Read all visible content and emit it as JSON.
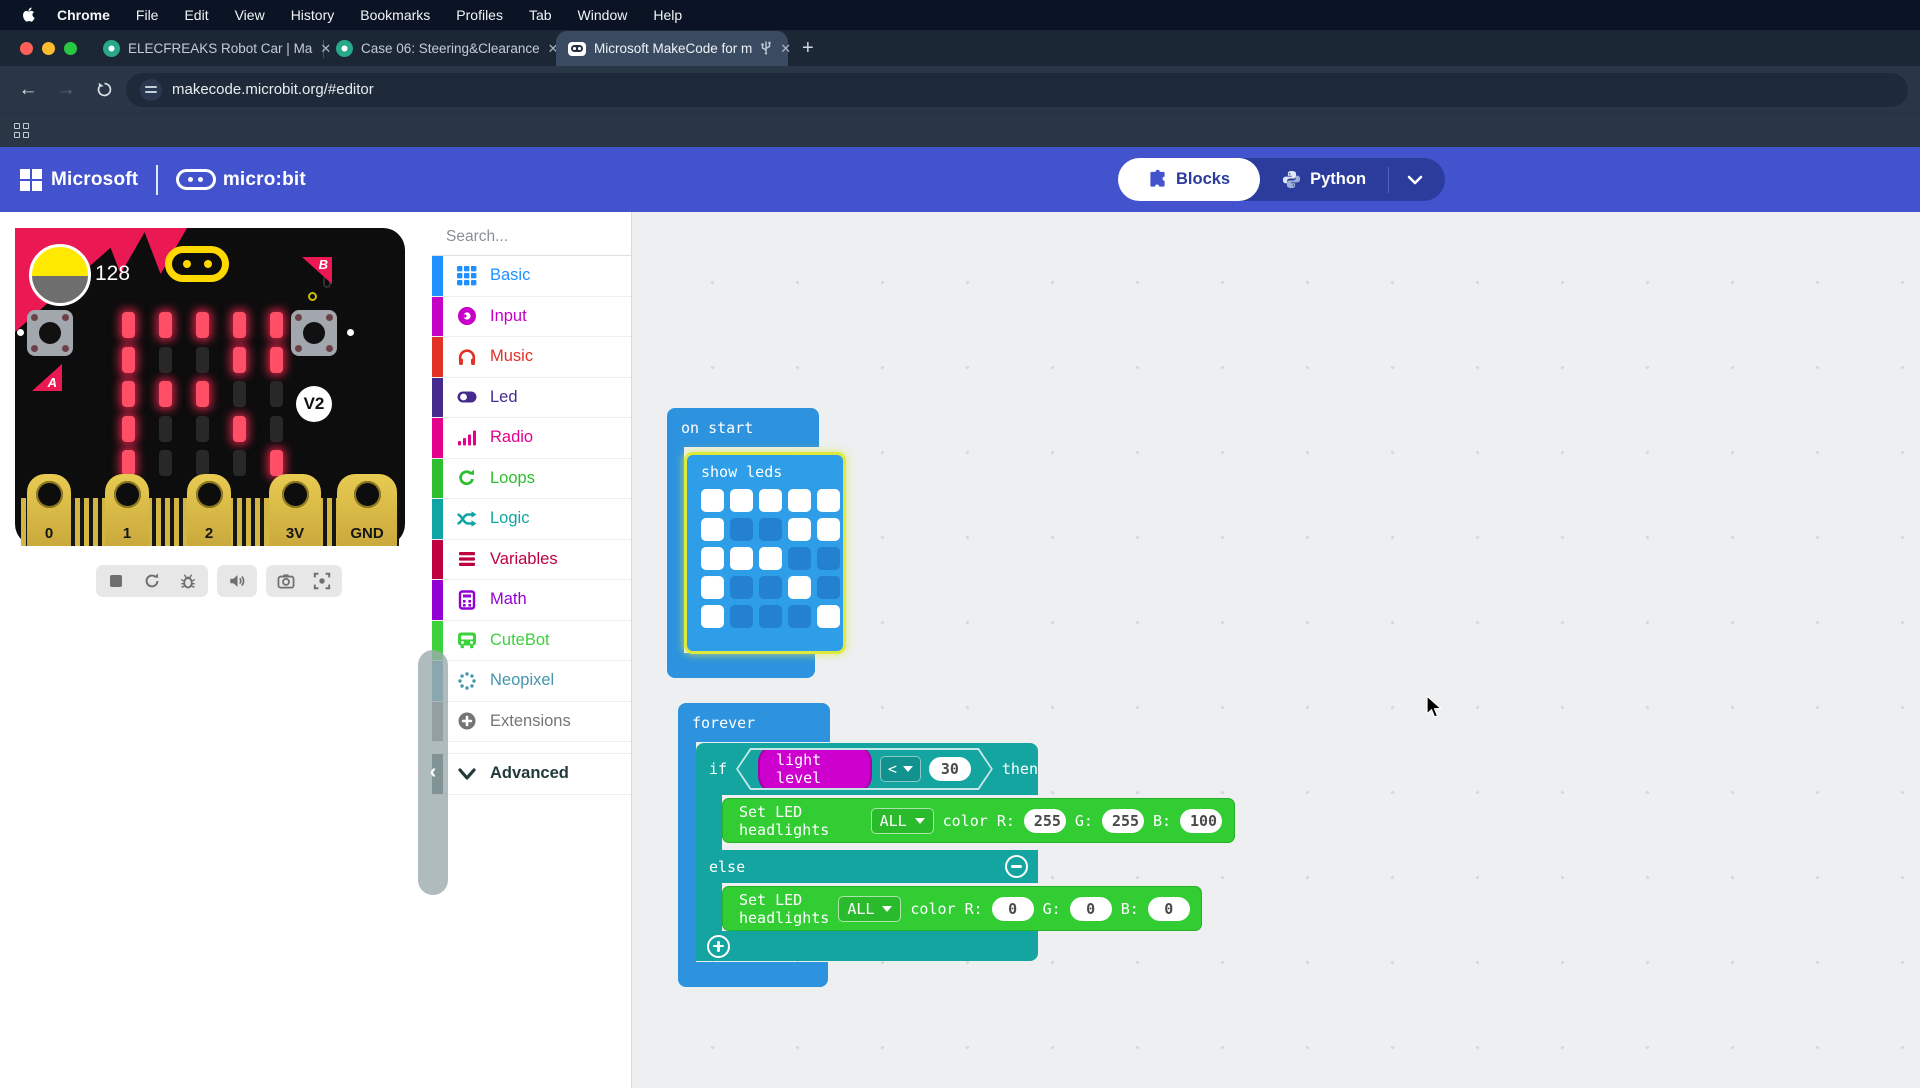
{
  "macos": {
    "menu_items": [
      "Chrome",
      "File",
      "Edit",
      "View",
      "History",
      "Bookmarks",
      "Profiles",
      "Tab",
      "Window",
      "Help"
    ]
  },
  "browser": {
    "tabs": [
      {
        "title": "ELECFREAKS Robot Car  | Ma",
        "close": "✕"
      },
      {
        "title": "Case 06: Steering&Clearance",
        "close": "✕"
      },
      {
        "title": "Microsoft MakeCode for m",
        "close": "✕"
      }
    ],
    "new_tab": "+",
    "url": "makecode.microbit.org/#editor"
  },
  "header": {
    "microsoft": "Microsoft",
    "microbit": "micro:bit",
    "blocks_label": "Blocks",
    "python_label": "Python"
  },
  "toolbox": {
    "search_placeholder": "Search...",
    "categories": [
      {
        "label": "Basic",
        "color": "#1E90FF",
        "icon": "grid-icon"
      },
      {
        "label": "Input",
        "color": "#C600C6",
        "icon": "donut-icon"
      },
      {
        "label": "Music",
        "color": "#E23125",
        "icon": "headphones-icon"
      },
      {
        "label": "Led",
        "color": "#462B8F",
        "icon": "toggle-icon"
      },
      {
        "label": "Radio",
        "color": "#E3008C",
        "icon": "signal-icon"
      },
      {
        "label": "Loops",
        "color": "#2EBE2E",
        "icon": "loop-icon"
      },
      {
        "label": "Logic",
        "color": "#10A5A2",
        "icon": "shuffle-icon"
      },
      {
        "label": "Variables",
        "color": "#BE0040",
        "icon": "lines-icon"
      },
      {
        "label": "Math",
        "color": "#9400D3",
        "icon": "calculator-icon"
      },
      {
        "label": "CuteBot",
        "color": "#3BD23B",
        "icon": "bus-icon"
      },
      {
        "label": "Neopixel",
        "color": "#4596AC",
        "icon": "dots-circle-icon"
      },
      {
        "label": "Extensions",
        "color": "#757575",
        "icon": "plus-circle-icon"
      }
    ],
    "advanced": {
      "label": "Advanced",
      "color": "#1C3A3A",
      "icon": "chevron-down-icon"
    }
  },
  "simulator": {
    "light_level": "128",
    "button_a": "A",
    "button_b": "B",
    "version": "V2",
    "pins": [
      "0",
      "1",
      "2",
      "3V",
      "GND"
    ]
  },
  "blocks": {
    "on_start": "on start",
    "show_leds": "show leds",
    "led_pattern": [
      [
        1,
        1,
        1,
        1,
        1
      ],
      [
        1,
        0,
        0,
        1,
        1
      ],
      [
        1,
        1,
        1,
        0,
        0
      ],
      [
        1,
        0,
        0,
        1,
        0
      ],
      [
        1,
        0,
        0,
        0,
        1
      ]
    ],
    "forever": "forever",
    "if_label": "if",
    "then_label": "then",
    "else_label": "else",
    "condition": {
      "variable": "light level",
      "operator": "<",
      "value": "30"
    },
    "set_on": {
      "label": "Set LED headlights",
      "selector": "ALL",
      "color_word": "color",
      "r_label": "R:",
      "r": "255",
      "g_label": "G:",
      "g": "255",
      "b_label": "B:",
      "b": "100"
    },
    "set_off": {
      "label": "Set LED headlights",
      "selector": "ALL",
      "color_word": "color",
      "r_label": "R:",
      "r": "0",
      "g_label": "G:",
      "g": "0",
      "b_label": "B:",
      "b": "0"
    }
  }
}
